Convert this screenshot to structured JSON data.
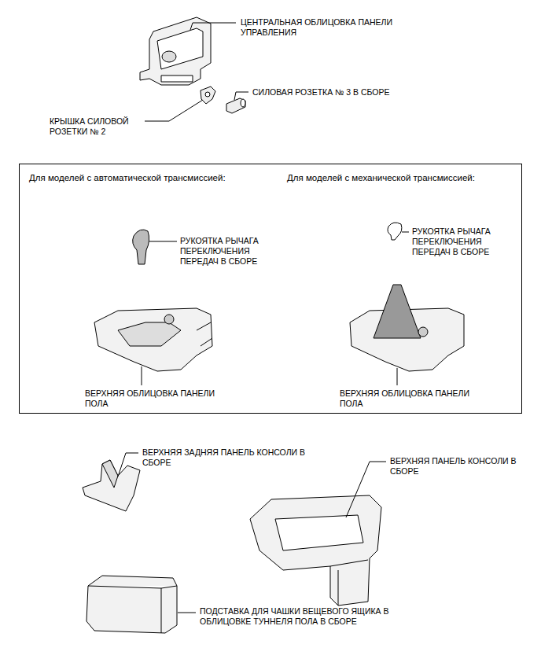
{
  "diagram": {
    "nodes": [
      {
        "text": [
          "Для моделей с автоматической трансмиссией:",
          "Для моделей с механической трансмиссией:",
          "РУКОЯТКА РЫЧАГА ПЕРЕКЛЮЧЕНИЯ ПЕРЕДАЧ В СБОРЕ",
          "РУКОЯТКА РЫЧАГА ПЕРЕКЛЮЧЕНИЯ ПЕРЕДАЧ В СБОРЕ",
          "ВЕРХНЯЯ ОБЛИЦОВКА ПАНЕЛИ ПОЛА",
          "ВЕРХНЯЯ ОБЛИЦОВКА ПАНЕЛИ ПОЛА"
        ]
      }
    ],
    "labels": [
      "ЦЕНТРАЛЬНАЯ ОБЛИЦОВКА ПАНЕЛИ УПРАВЛЕНИЯ",
      "СИЛОВАЯ РОЗЕТКА № 3 В СБОРЕ",
      "КРЫШКА СИЛОВОЙ РОЗЕТКИ № 2",
      "ВЕРХНЯЯ ЗАДНЯЯ ПАНЕЛЬ КОНСОЛИ В СБОРЕ",
      "ВЕРХНЯЯ ПАНЕЛЬ КОНСОЛИ В СБОРЕ",
      "ПОДСТАВКА ДЛЯ ЧАШКИ ВЕЩЕВОГО ЯЩИКА В ОБЛИЦОВКЕ ТУННЕЛЯ ПОЛА В СБОРЕ"
    ]
  }
}
